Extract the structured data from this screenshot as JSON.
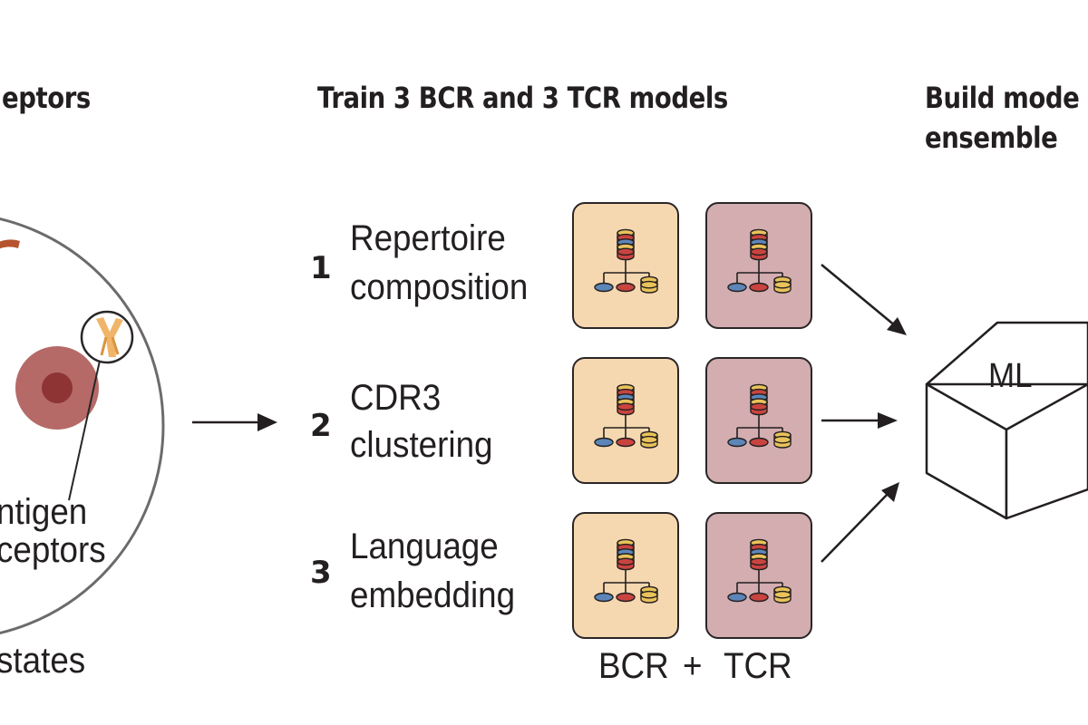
{
  "headings": {
    "left": "eptors",
    "middle": "Train 3 BCR and 3 TCR models",
    "right_line1": "Build mode",
    "right_line2": "ensemble"
  },
  "left_panel": {
    "label_line1": "ntigen",
    "label_line2": "ceptors",
    "bottom_label": "states"
  },
  "models": [
    {
      "number": "1",
      "line1": "Repertoire",
      "line2": "composition"
    },
    {
      "number": "2",
      "line1": "CDR3",
      "line2": "clustering"
    },
    {
      "number": "3",
      "line1": "Language",
      "line2": "embedding"
    }
  ],
  "box_footer": {
    "bcr": "BCR",
    "plus": "+",
    "tcr": "TCR"
  },
  "ensemble": {
    "cube_label": "ML"
  },
  "colors": {
    "bcr_box": "#f6d8b0",
    "tcr_box": "#d3adaf",
    "cell_outer": "#b56a67",
    "cell_inner": "#8e3434",
    "receptor": "#f0b56a",
    "stack_blue": "#5d86b8",
    "stack_red": "#c9443f",
    "stack_yellow": "#e9c25a"
  }
}
